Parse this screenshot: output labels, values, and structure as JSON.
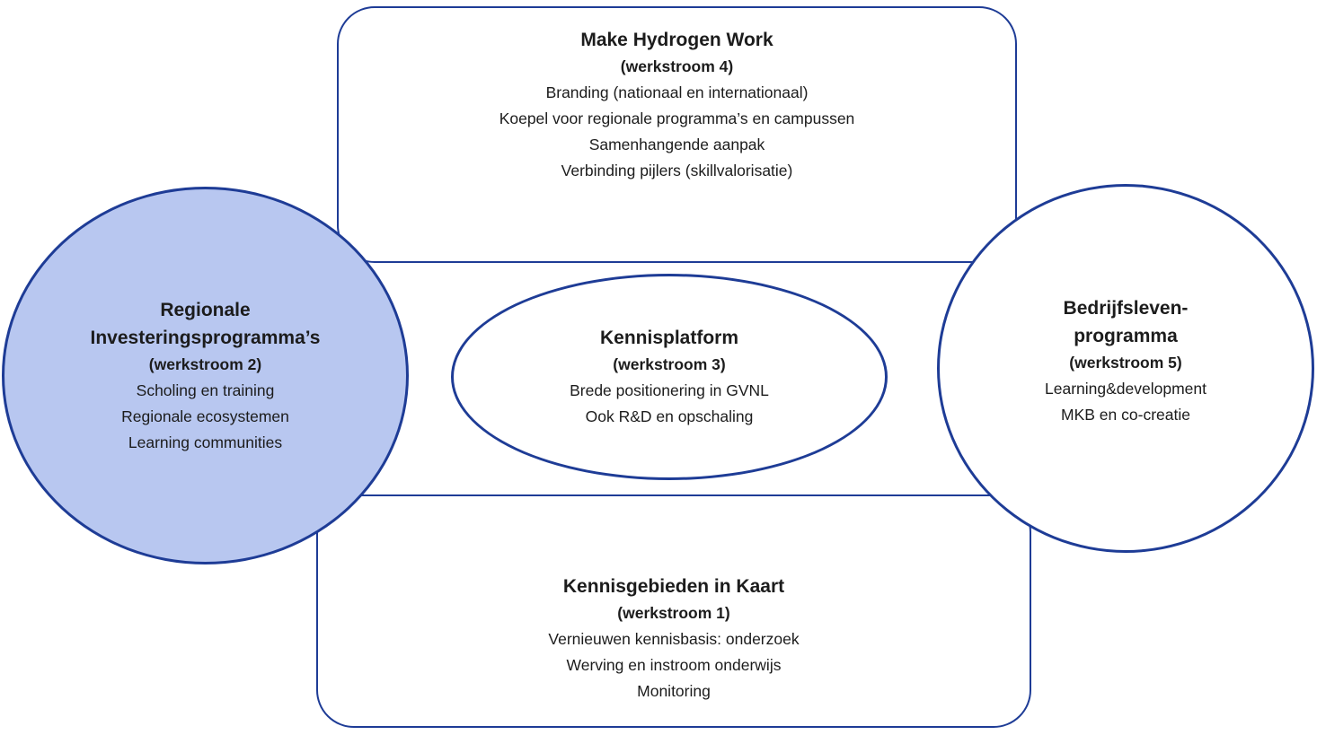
{
  "colors": {
    "stroke": "#1e3c96",
    "left_circle_fill": "#b8c7f0",
    "background": "#ffffff",
    "text": "#1c1c1c"
  },
  "top_box": {
    "title": "Make Hydrogen Work",
    "subtitle": "(werkstroom 4)",
    "items": [
      "Branding (nationaal en internationaal)",
      "Koepel voor regionale programma’s en campussen",
      "Samenhangende aanpak",
      "Verbinding pijlers (skillvalorisatie)"
    ]
  },
  "left_circle": {
    "title_lines": [
      "Regionale",
      "Investeringsprogramma’s"
    ],
    "subtitle": "(werkstroom 2)",
    "items": [
      "Scholing en training",
      "Regionale ecosystemen",
      "Learning communities"
    ]
  },
  "center_ellipse": {
    "title": "Kennisplatform",
    "subtitle": "(werkstroom 3)",
    "items": [
      "Brede positionering in GVNL",
      "Ook R&D en opschaling"
    ]
  },
  "right_circle": {
    "title_lines": [
      "Bedrijfsleven-",
      "programma"
    ],
    "subtitle": "(werkstroom 5)",
    "items": [
      "Learning&development",
      "MKB en co-creatie"
    ]
  },
  "bottom_box": {
    "title": "Kennisgebieden in Kaart",
    "subtitle": "(werkstroom 1)",
    "items": [
      "Vernieuwen kennisbasis: onderzoek",
      "Werving en instroom onderwijs",
      "Monitoring"
    ]
  }
}
